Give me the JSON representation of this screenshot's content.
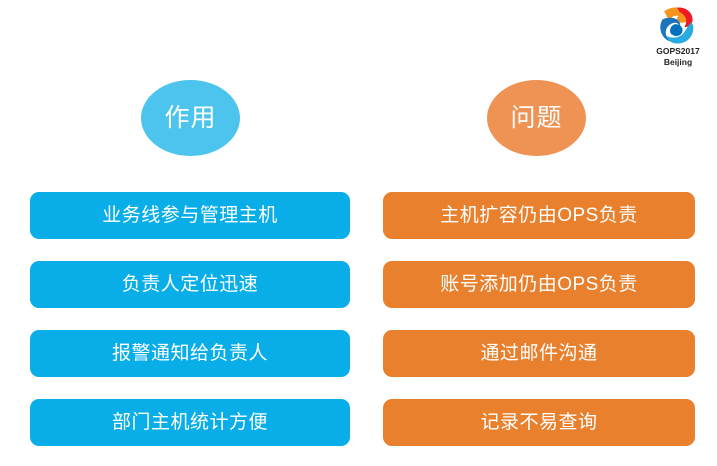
{
  "logo": {
    "name": "gops-logo",
    "line1": "GOPS2017",
    "line2": "Beijing",
    "colors": {
      "blue": "#1B75BC",
      "orange": "#F15A24",
      "cyan": "#29ABE2"
    }
  },
  "columns": [
    {
      "id": "benefits",
      "heading": "作用",
      "accent": "#09AEE8",
      "heading_accent": "#4DC4EE",
      "items": [
        "业务线参与管理主机",
        "负责人定位迅速",
        "报警通知给负责人",
        "部门主机统计方便"
      ]
    },
    {
      "id": "problems",
      "heading": "问题",
      "accent": "#E8802E",
      "heading_accent": "#EF9355",
      "items": [
        "主机扩容仍由OPS负责",
        "账号添加仍由OPS负责",
        "通过邮件沟通",
        "记录不易查询"
      ]
    }
  ],
  "background": "#FFFFFF"
}
